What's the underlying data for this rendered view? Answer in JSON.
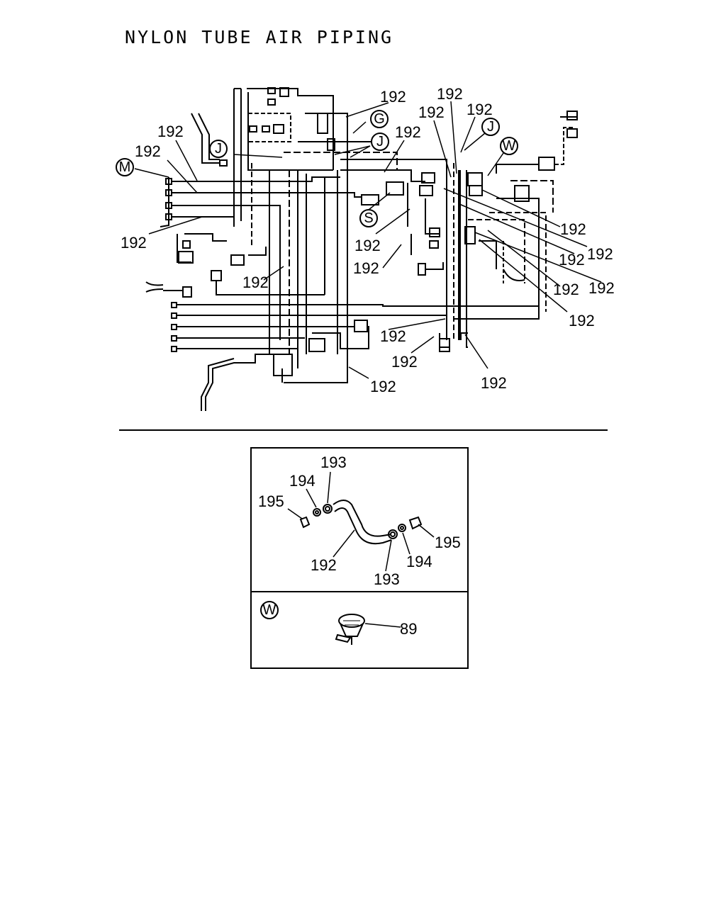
{
  "title": "NYLON TUBE AIR PIPING",
  "main_diagram": {
    "part_label": "192",
    "circle_markers": {
      "M": "M",
      "J_left": "J",
      "G": "G",
      "J_center": "J",
      "J_right": "J",
      "W": "W",
      "S": "S"
    }
  },
  "detail_box": {
    "labels": {
      "p193_top": "193",
      "p194_top": "194",
      "p195_left": "195",
      "p192": "192",
      "p193_bottom": "193",
      "p194_bottom": "194",
      "p195_right": "195"
    },
    "w_section": {
      "marker": "W",
      "part": "89"
    }
  }
}
